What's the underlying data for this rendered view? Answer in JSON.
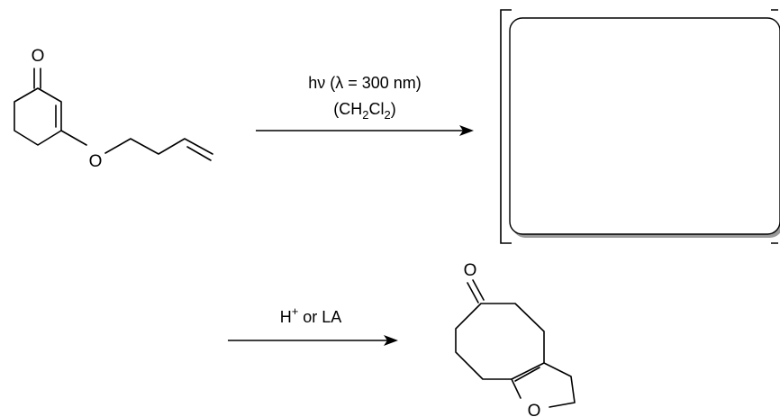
{
  "reactant": {
    "carbonyl_o": "O",
    "ether_o": "O"
  },
  "step1": {
    "conditions_line1_prefix": "hν (",
    "conditions_lambda": "λ",
    "conditions_line1_suffix": " = 300 nm)",
    "conditions_line2_open": "(CH",
    "conditions_sub1": "2",
    "conditions_mid": "Cl",
    "conditions_sub2": "2",
    "conditions_close": ")"
  },
  "intermediate_box": {
    "content": ""
  },
  "step2": {
    "reagent_h": "H",
    "reagent_plus": "+",
    "reagent_rest": " or LA"
  },
  "product": {
    "carbonyl_o": "O",
    "ring_o": "O"
  }
}
